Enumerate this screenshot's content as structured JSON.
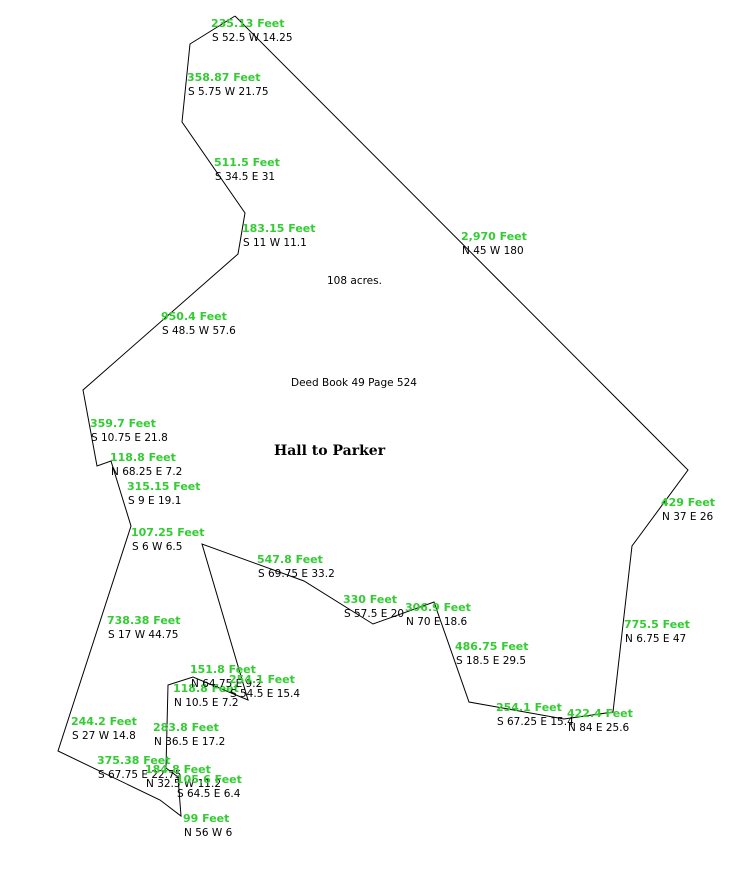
{
  "plat": {
    "title": "Hall to Parker",
    "deed_ref": "Deed Book 49 Page 524",
    "acreage": "108 acres.",
    "colors": {
      "distance": "#33cc33",
      "bearing": "#000000",
      "line": "#000000"
    },
    "calls": [
      {
        "distance": "235.13 Feet",
        "bearing": "S 52.5 W 14.25"
      },
      {
        "distance": "358.87 Feet",
        "bearing": "S 5.75 W 21.75"
      },
      {
        "distance": "511.5 Feet",
        "bearing": "S 34.5 E 31"
      },
      {
        "distance": "183.15 Feet",
        "bearing": "S 11 W 11.1"
      },
      {
        "distance": "950.4 Feet",
        "bearing": "S 48.5 W 57.6"
      },
      {
        "distance": "359.7 Feet",
        "bearing": "S 10.75 E 21.8"
      },
      {
        "distance": "118.8 Feet",
        "bearing": "N 68.25 E 7.2"
      },
      {
        "distance": "315.15 Feet",
        "bearing": "S 9 E 19.1"
      },
      {
        "distance": "107.25 Feet",
        "bearing": "S 6 W 6.5"
      },
      {
        "distance": "738.38 Feet",
        "bearing": "S 17 W 44.75"
      },
      {
        "distance": "244.2 Feet",
        "bearing": "S 27 W 14.8"
      },
      {
        "distance": "375.38 Feet",
        "bearing": "S 67.75 E 22.75"
      },
      {
        "distance": "184.8 Feet",
        "bearing": "N 32.5 W 11.2"
      },
      {
        "distance": "105.6 Feet",
        "bearing": "S 64.5 E 6.4"
      },
      {
        "distance": "99 Feet",
        "bearing": "N 56 W 6"
      },
      {
        "distance": "283.8 Feet",
        "bearing": "N 36.5 E 17.2"
      },
      {
        "distance": "118.8 Feet",
        "bearing": "N 10.5 E 7.2"
      },
      {
        "distance": "151.8 Feet",
        "bearing": "N 64.75 E 9.2"
      },
      {
        "distance": "254.1 Feet",
        "bearing": "S 54.5 E 15.4"
      },
      {
        "distance": "547.8 Feet",
        "bearing": "S 69.75 E 33.2"
      },
      {
        "distance": "330 Feet",
        "bearing": "S 57.5 E 20"
      },
      {
        "distance": "306.9 Feet",
        "bearing": "N 70 E 18.6"
      },
      {
        "distance": "486.75 Feet",
        "bearing": "S 18.5 E 29.5"
      },
      {
        "distance": "254.1 Feet",
        "bearing": "S 67.25 E 15.4"
      },
      {
        "distance": "422.4 Feet",
        "bearing": "N 84 E 25.6"
      },
      {
        "distance": "775.5 Feet",
        "bearing": "N 6.75 E 47"
      },
      {
        "distance": "429 Feet",
        "bearing": "N 37 E 26"
      },
      {
        "distance": "2,970 Feet",
        "bearing": "N 45 W 180"
      }
    ]
  }
}
